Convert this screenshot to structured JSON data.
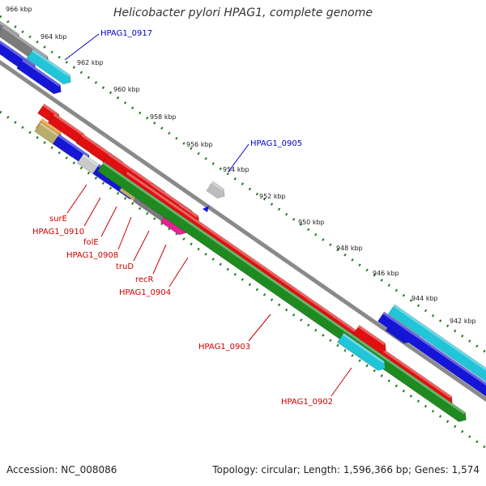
{
  "title": "Helicobacter pylori HPAG1, complete genome",
  "footer": {
    "accession": "Accession: NC_008086",
    "summary": "Topology: circular; Length: 1,596,366 bp; Genes: 1,574"
  },
  "ticks": [
    "966 kbp",
    "964 kbp",
    "962 kbp",
    "960 kbp",
    "958 kbp",
    "956 kbp",
    "954 kbp",
    "952 kbp",
    "950 kbp",
    "948 kbp",
    "946 kbp",
    "944 kbp",
    "942 kbp"
  ],
  "forward_labels": [
    "HPAG1_0917",
    "HPAG1_0905"
  ],
  "reverse_labels": [
    "surE",
    "HPAG1_0910",
    "folE",
    "HPAG1_0908",
    "truD",
    "recR",
    "HPAG1_0904",
    "HPAG1_0903",
    "HPAG1_0902"
  ],
  "colors": {
    "red": "#e11010",
    "blue": "#1515d8",
    "green": "#1f8a1f",
    "gray": "#7b7b7b",
    "cyan": "#22c4d8",
    "khaki": "#b9ad6c",
    "magenta": "#e0258f",
    "orange": "#f08a1a",
    "dots": "#1e7d1e",
    "backbone": "#888888",
    "forward_label": "#0000cc",
    "reverse_label": "#cc0000"
  }
}
